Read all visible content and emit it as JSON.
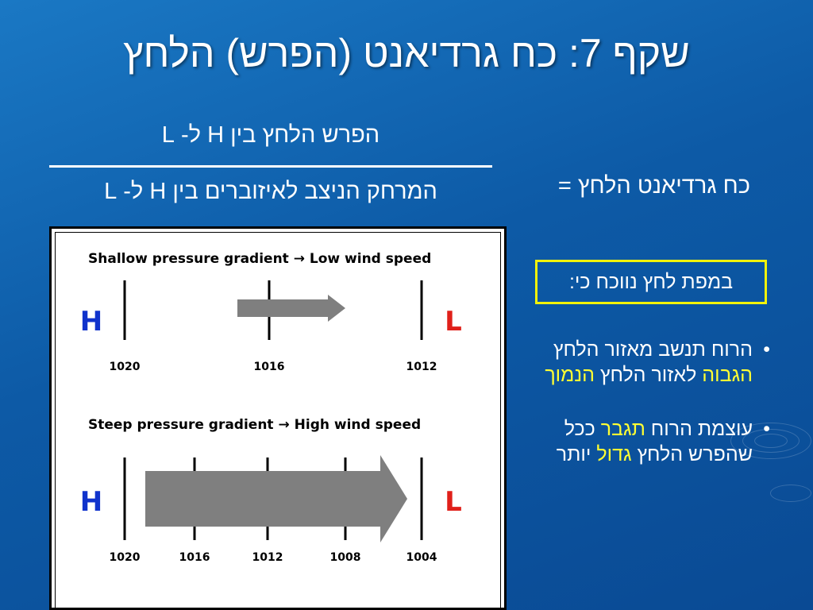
{
  "slide": {
    "title": "שקף 7: כח גרדיאנט (הפרש) הלחץ"
  },
  "formula": {
    "numerator": "הפרש הלחץ בין H ל- L",
    "denominator": "המרחק הניצב לאיזוברים בין H ל- L",
    "lhs": "כח גרדיאנט הלחץ ="
  },
  "notice": {
    "label": "במפת לחץ נווכח כי:"
  },
  "bullets": [
    {
      "parts": [
        {
          "text": "הרוח תנשב מאזור הלחץ ",
          "highlight": false
        },
        {
          "text": "הגבוה",
          "highlight": true
        },
        {
          "text": " לאזור הלחץ ",
          "highlight": false
        },
        {
          "text": "הנמוך",
          "highlight": true
        }
      ]
    },
    {
      "parts": [
        {
          "text": "עוצמת הרוח ",
          "highlight": false
        },
        {
          "text": "תגבר",
          "highlight": true
        },
        {
          "text": " ככל שהפרש הלחץ ",
          "highlight": false
        },
        {
          "text": "גדול",
          "highlight": true
        },
        {
          "text": " יותר",
          "highlight": false
        }
      ]
    }
  ],
  "diagram": {
    "panels": [
      {
        "caption_left": "Shallow pressure gradient",
        "caption_right": "Low wind speed",
        "high_label": "H",
        "low_label": "L",
        "isobars": [
          "1020",
          "1016",
          "1012"
        ],
        "arrow_strength": "weak"
      },
      {
        "caption_left": "Steep pressure gradient",
        "caption_right": "High wind speed",
        "high_label": "H",
        "low_label": "L",
        "isobars": [
          "1020",
          "1016",
          "1012",
          "1008",
          "1004"
        ],
        "arrow_strength": "strong"
      }
    ],
    "colors": {
      "high": "#1033cc",
      "low": "#e0201a",
      "arrow": "#7f7f7f",
      "bullet_highlight": "#ffff33",
      "notice_border": "#f2f20a"
    }
  }
}
